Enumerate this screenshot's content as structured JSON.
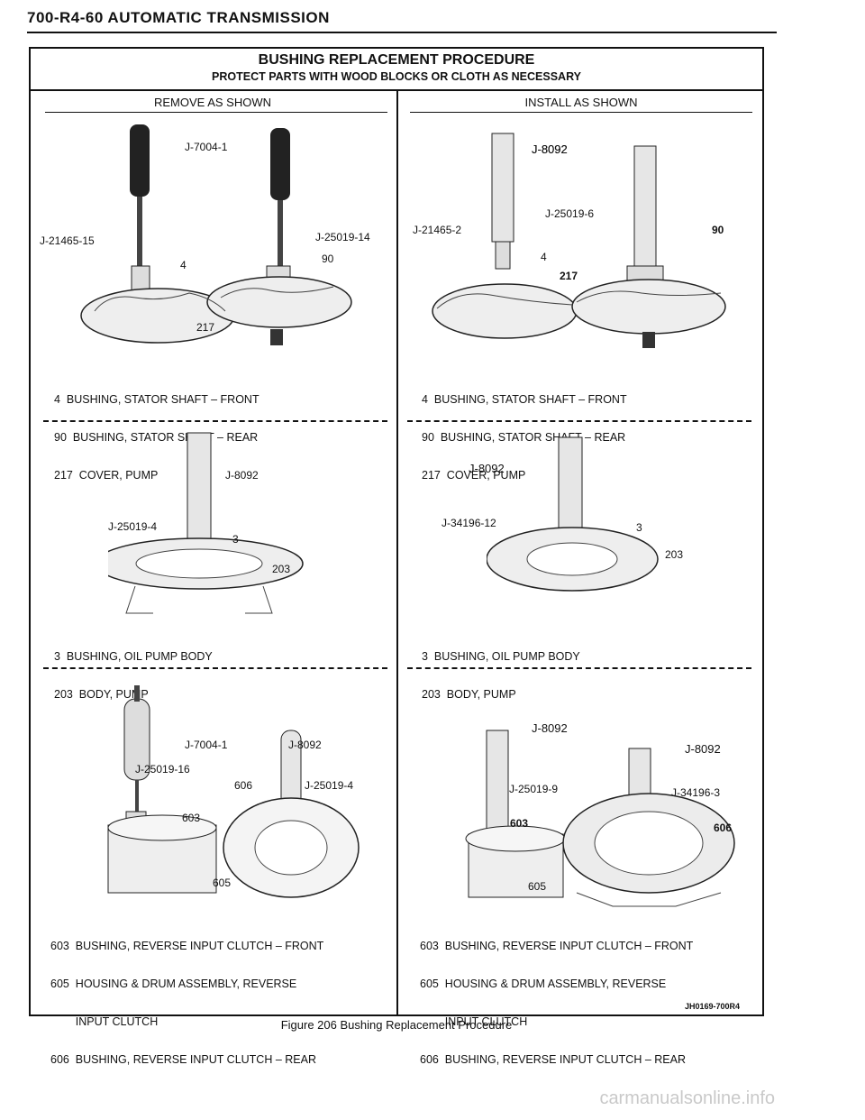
{
  "page_header": "700-R4-60 AUTOMATIC TRANSMISSION",
  "title": "BUSHING REPLACEMENT PROCEDURE",
  "subtitle": "PROTECT PARTS WITH WOOD BLOCKS OR CLOTH AS NECESSARY",
  "columns": {
    "left": "REMOVE AS SHOWN",
    "right": "INSTALL AS SHOWN"
  },
  "sections": [
    {
      "left_labels": [
        "J-7004-1",
        "J-21465-15",
        "J-25019-14",
        "4",
        "90",
        "217"
      ],
      "right_labels": [
        "J-8092",
        "J-25019-6",
        "J-21465-2",
        "90",
        "4",
        "217"
      ],
      "legend_left": [
        "4  BUSHING, STATOR SHAFT – FRONT",
        "90  BUSHING, STATOR SHAFT – REAR",
        "217  COVER, PUMP"
      ],
      "legend_right": [
        "4  BUSHING, STATOR SHAFT – FRONT",
        "90  BUSHING, STATOR SHAFT – REAR",
        "217  COVER, PUMP"
      ]
    },
    {
      "left_labels": [
        "J-8092",
        "J-25019-4",
        "3",
        "203"
      ],
      "right_labels": [
        "J-8092",
        "J-34196-12",
        "3",
        "203"
      ],
      "legend_left": [
        "3  BUSHING, OIL PUMP BODY",
        "203  BODY, PUMP"
      ],
      "legend_right": [
        "3  BUSHING, OIL PUMP BODY",
        "203  BODY, PUMP"
      ]
    },
    {
      "left_labels": [
        "J-7004-1",
        "J-8092",
        "J-25019-16",
        "606",
        "J-25019-4",
        "603",
        "605"
      ],
      "right_labels": [
        "J-8092",
        "J-8092",
        "J-25019-9",
        "J-34196-3",
        "603",
        "606",
        "605"
      ],
      "legend_left": [
        "603  BUSHING, REVERSE INPUT CLUTCH – FRONT",
        "605  HOUSING & DRUM ASSEMBLY, REVERSE",
        "        INPUT CLUTCH",
        "606  BUSHING, REVERSE INPUT CLUTCH – REAR"
      ],
      "legend_right": [
        "603  BUSHING, REVERSE INPUT CLUTCH – FRONT",
        "605  HOUSING & DRUM ASSEMBLY, REVERSE",
        "        INPUT CLUTCH",
        "606  BUSHING, REVERSE INPUT CLUTCH – REAR"
      ]
    }
  ],
  "figure_code": "JH0169-700R4",
  "caption": "Figure 206 Bushing Replacement Procedure",
  "watermark": "carmanualsonline.info"
}
